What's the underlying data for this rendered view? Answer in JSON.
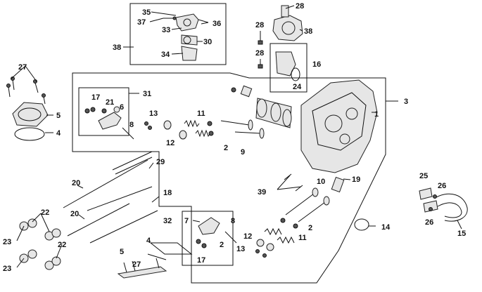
{
  "labels": {
    "l1": "1",
    "l2a": "2",
    "l2b": "2",
    "l2c": "2",
    "l3": "3",
    "l4a": "4",
    "l4b": "4",
    "l5a": "5",
    "l5b": "5",
    "l6": "6",
    "l7": "7",
    "l8a": "8",
    "l8b": "8",
    "l9": "9",
    "l10": "10",
    "l11a": "11",
    "l11b": "11",
    "l12a": "12",
    "l12b": "12",
    "l13a": "13",
    "l13b": "13",
    "l14": "14",
    "l15": "15",
    "l16": "16",
    "l17a": "17",
    "l17b": "17",
    "l18": "18",
    "l19": "19",
    "l20a": "20",
    "l20b": "20",
    "l21": "21",
    "l22a": "22",
    "l22b": "22",
    "l23a": "23",
    "l23b": "23",
    "l24": "24",
    "l25": "25",
    "l26a": "26",
    "l26b": "26",
    "l27a": "27",
    "l27b": "27",
    "l28a": "28",
    "l28b": "28",
    "l28c": "28",
    "l29": "29",
    "l30": "30",
    "l31": "31",
    "l32": "32",
    "l33": "33",
    "l34": "34",
    "l35": "35",
    "l36": "36",
    "l37": "37",
    "l38a": "38",
    "l38b": "38",
    "l39": "39"
  }
}
